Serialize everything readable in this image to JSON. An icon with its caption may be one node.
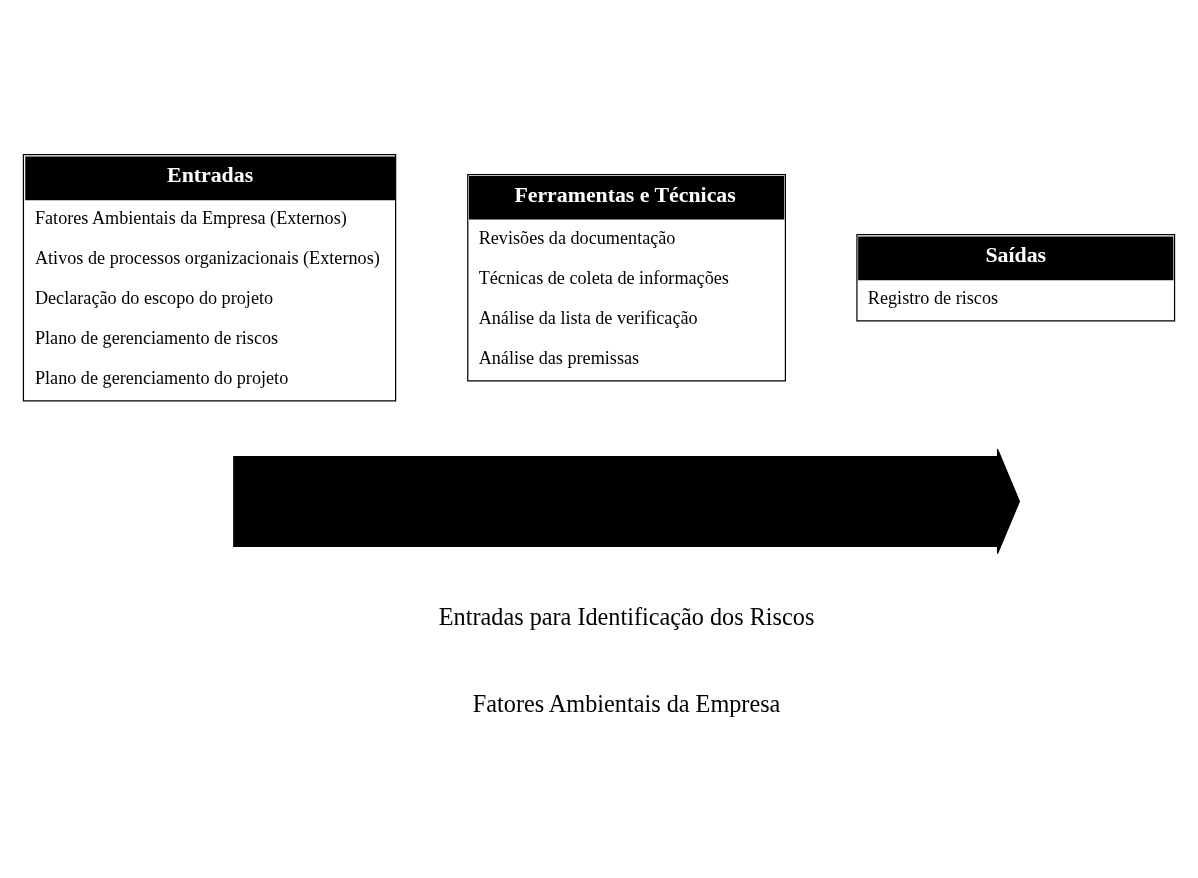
{
  "diagram": {
    "nodes": [
      {
        "text": [],
        "shape": "arrow"
      },
      {
        "text": [
          "Entradas",
          "Fatores Ambientais da Empresa (Externos)",
          "Ativos de processos organizacionais (Externos)",
          "Declaração do escopo do projeto",
          "Plano de gerenciamento de riscos",
          "Plano de gerenciamento do projeto"
        ]
      },
      {
        "text": [
          "Ferramentas e Técnicas",
          "Revisões da documentação",
          "Técnicas de coleta de informações",
          "Análise da lista de verificação",
          "Análise das premissas"
        ]
      },
      {
        "text": [
          "Saídas",
          "Registro de riscos"
        ]
      }
    ],
    "edges": [],
    "labels": [
      "Entradas para Identificação dos Riscos",
      "Fatores Ambientais da Empresa"
    ]
  }
}
